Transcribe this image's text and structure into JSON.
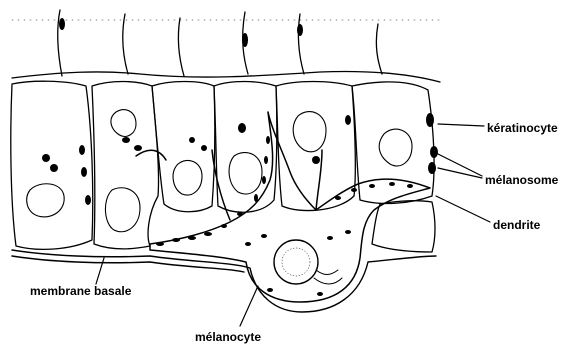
{
  "labels": {
    "keratinocyte": "kératinocyte",
    "melanosome": "mélanosome",
    "dendrite": "dendrite",
    "membrane_basale": "membrane basale",
    "melanocyte": "mélanocyte"
  },
  "colors": {
    "ink": "#000000",
    "paper": "#ffffff"
  }
}
